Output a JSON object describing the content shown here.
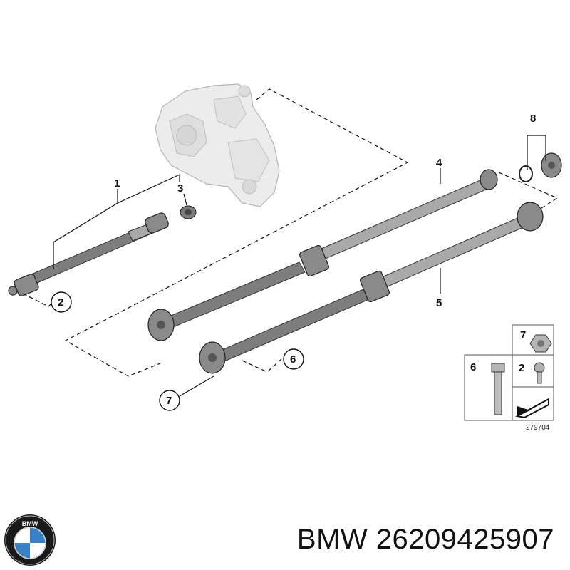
{
  "callouts": {
    "c1": "1",
    "c2": "2",
    "c3": "3",
    "c4": "4",
    "c5": "5",
    "c6": "6",
    "c7": "7",
    "c8": "8"
  },
  "legend": {
    "item7": "7",
    "item6": "6",
    "item2": "2"
  },
  "diagram_ref": "279704",
  "brand": {
    "logo_text": "BMW",
    "caption": "BMW 26209425907"
  }
}
